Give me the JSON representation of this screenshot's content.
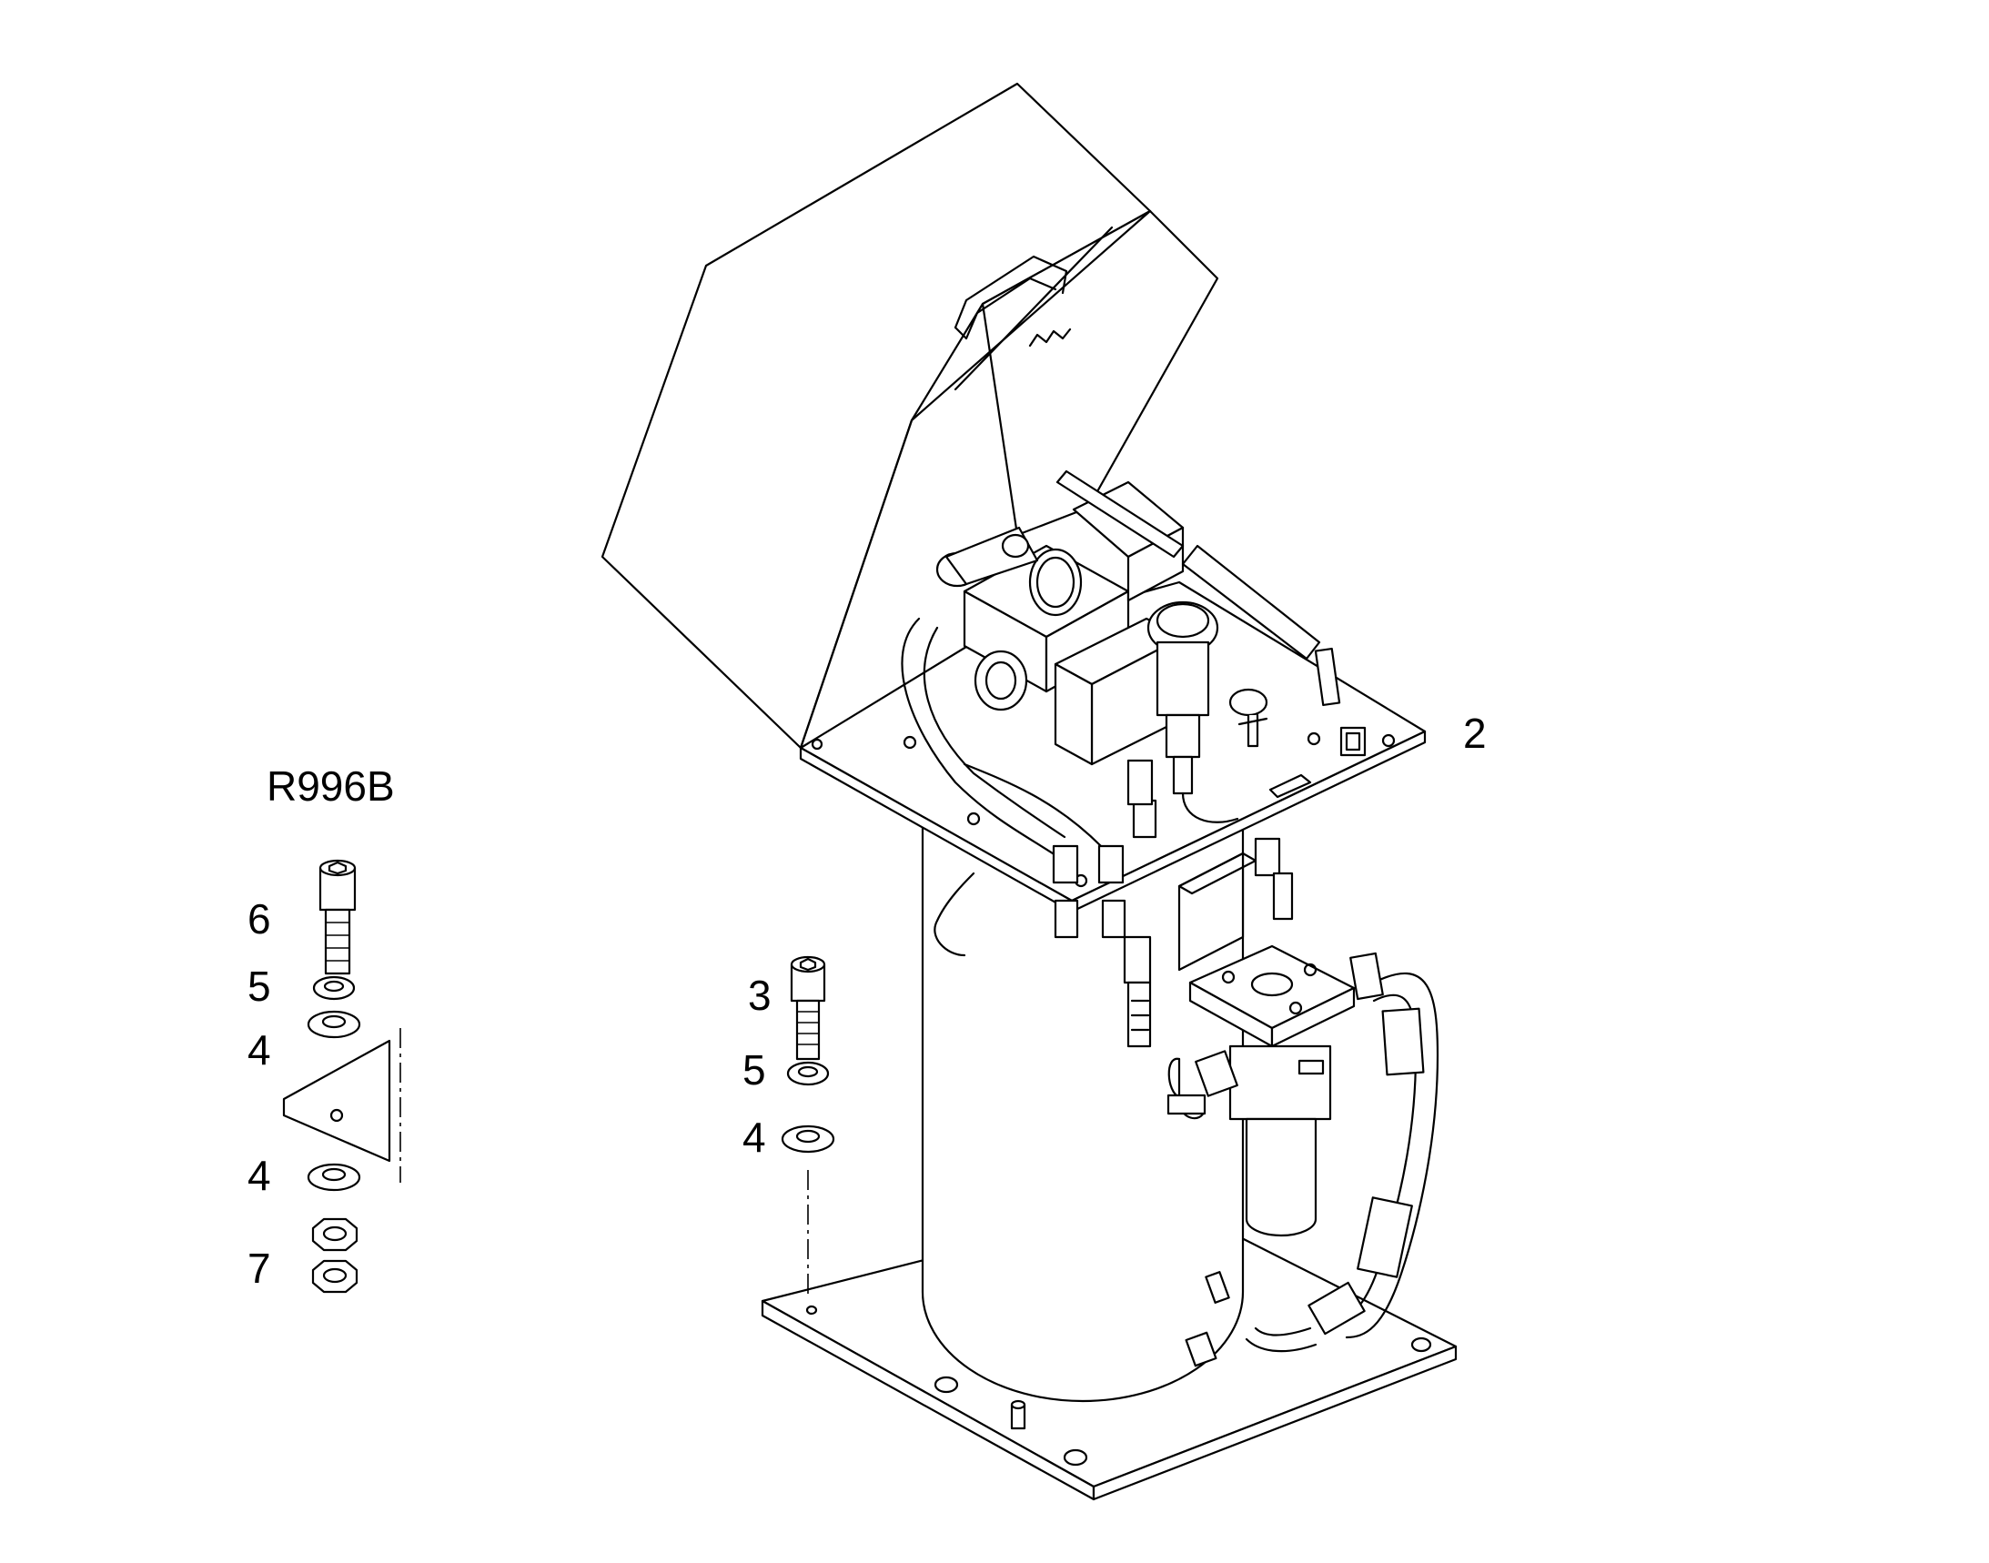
{
  "diagram": {
    "group_code": "R996B",
    "callouts": {
      "assembly": "2",
      "screw_right": "3",
      "washer_right_small": "5",
      "washer_right_large": "4",
      "screw_left": "6",
      "washer_left_small": "5",
      "washer_left_large_top": "4",
      "washer_left_large_bottom": "4",
      "nut_left": "7"
    }
  }
}
